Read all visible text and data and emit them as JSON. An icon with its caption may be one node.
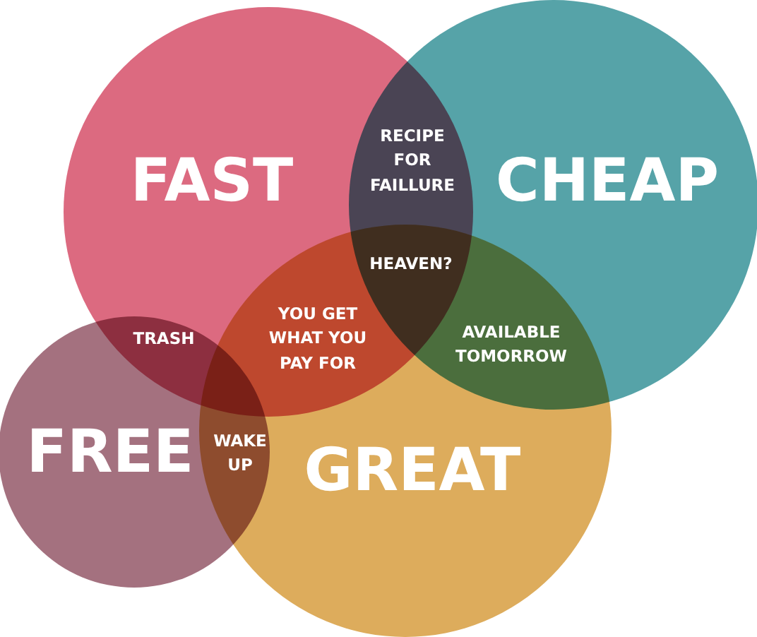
{
  "diagram": {
    "nodes": [
      {
        "text": [
          "FAST"
        ]
      },
      {
        "text": [
          "CHEAP"
        ]
      },
      {
        "text": [
          "FREE"
        ]
      },
      {
        "text": [
          "GREAT"
        ]
      }
    ],
    "labels": [
      "RECIPE FOR FAILLURE",
      "HEAVEN?",
      "YOU GET WHAT YOU PAY FOR",
      "AVAILABLE TOMORROW",
      "TRASH",
      "WAKE UP"
    ]
  }
}
